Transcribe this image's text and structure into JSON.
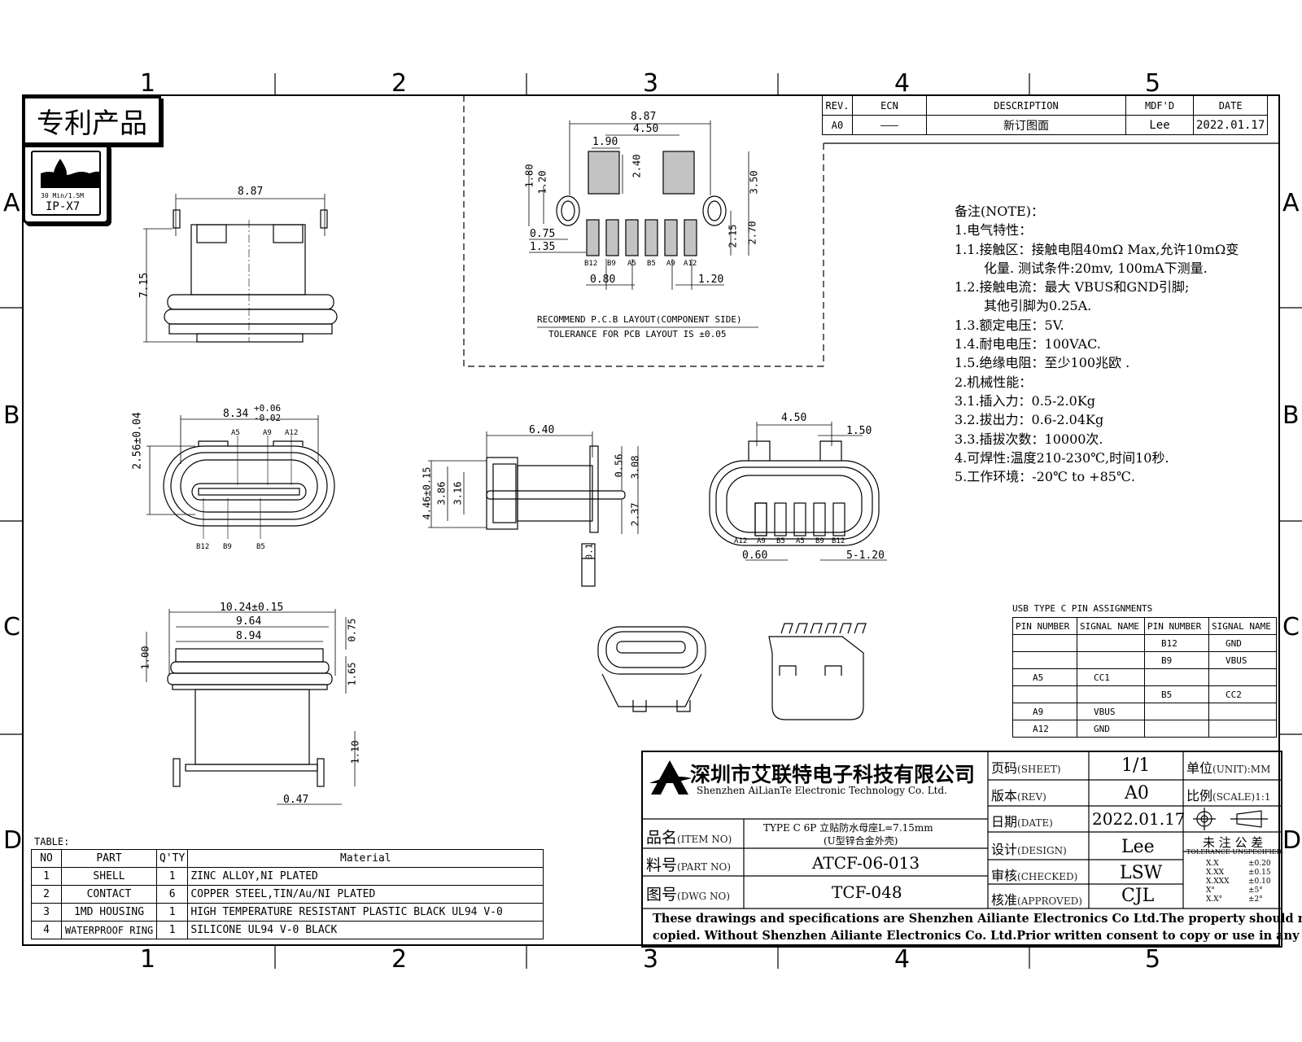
{
  "frame": {
    "columns": [
      "1",
      "2",
      "3",
      "4",
      "5"
    ],
    "rows": [
      "A",
      "B",
      "C",
      "D"
    ]
  },
  "badges": {
    "patent": "专利产品",
    "ip_line1": "30 Min/1.5M",
    "ip_line2": "IP-X7"
  },
  "revision": {
    "headers": [
      "REV.",
      "ECN",
      "DESCRIPTION",
      "MDF'D",
      "DATE"
    ],
    "row": [
      "A0",
      "———",
      "新订图面",
      "Lee",
      "2022.01.17"
    ]
  },
  "pcb": {
    "dims": [
      "8.87",
      "4.50",
      "1.90",
      "2.40",
      "1.80",
      "1.20",
      "3.50",
      "0.75",
      "1.35",
      "2.15",
      "2.70",
      "0.80",
      "1.20"
    ],
    "pin_labels": [
      "B12",
      "B9",
      "A5",
      "B5",
      "A9",
      "A12"
    ],
    "caption1": "RECOMMEND P.C.B LAYOUT(COMPONENT SIDE)",
    "caption2": "TOLERANCE FOR PCB LAYOUT IS ±0.05"
  },
  "views": {
    "top_width": "8.87",
    "top_height": "7.15",
    "front_width_main": "8.34",
    "front_width_tol_plus": "+0.06",
    "front_width_tol_minus": "-0.02",
    "front_height": "2.56±0.04",
    "front_pins_top": [
      "A5",
      "A9",
      "A12"
    ],
    "front_pins_bottom": [
      "B12",
      "B9",
      "B5"
    ],
    "side_length": "6.40",
    "side_dims": [
      "4.46±0.15",
      "3.86",
      "3.16",
      "0.56",
      "3.08",
      "2.37"
    ],
    "flatness": "0.1",
    "bottom_width": "4.50",
    "bottom_pitch": "1.50",
    "bottom_pins": [
      "A12",
      "A9",
      "B5",
      "A5",
      "B9",
      "B12"
    ],
    "bottom_dims": [
      "0.60",
      "5-1.20"
    ],
    "lower_dims": [
      "10.24±0.15",
      "9.64",
      "8.94",
      "0.75",
      "1.00",
      "1.65",
      "1.10",
      "0.47"
    ]
  },
  "notes": [
    "备注(NOTE)：",
    "1.电气特性：",
    "1.1.接触区：接触电阻40mΩ Max,允许10mΩ变",
    "化量. 测试条件:20mv, 100mA下测量.",
    "1.2.接触电流：最大 VBUS和GND引脚;",
    "其他引脚为0.25A.",
    "1.3.额定电压：5V.",
    "1.4.耐电电压：100VAC.",
    "1.5.绝缘电阻：至少100兆欧 .",
    "2.机械性能：",
    "3.1.插入力：0.5-2.0Kg",
    "3.2.拔出力：0.6-2.04Kg",
    "3.3.插拔次数：10000次.",
    "4.可焊性:温度210-230℃,时间10秒.",
    "5.工作环境：-20℃ to +85℃."
  ],
  "pin_assignments": {
    "title": "USB TYPE C PIN ASSIGNMENTS",
    "headers": [
      "PIN NUMBER",
      "SIGNAL NAME",
      "PIN NUMBER",
      "SIGNAL NAME"
    ],
    "rows": [
      [
        "",
        "",
        "B12",
        "GND"
      ],
      [
        "",
        "",
        "B9",
        "VBUS"
      ],
      [
        "A5",
        "CC1",
        "",
        ""
      ],
      [
        "",
        "",
        "B5",
        "CC2"
      ],
      [
        "A9",
        "VBUS",
        "",
        ""
      ],
      [
        "A12",
        "GND",
        "",
        ""
      ]
    ]
  },
  "bom": {
    "title": "TABLE:",
    "headers": [
      "NO",
      "PART",
      "Q'TY",
      "Material"
    ],
    "rows": [
      [
        "1",
        "SHELL",
        "1",
        "ZINC ALLOY,NI PLATED"
      ],
      [
        "2",
        "CONTACT",
        "6",
        "COPPER STEEL,TIN/Au/NI PLATED"
      ],
      [
        "3",
        "1MD HOUSING",
        "1",
        "HIGH TEMPERATURE RESISTANT PLASTIC BLACK UL94 V-0"
      ],
      [
        "4",
        "WATERPROOF RING",
        "1",
        "SILICONE UL94 V-0 BLACK"
      ]
    ]
  },
  "title_block": {
    "company_cn": "深圳市艾联特电子科技有限公司",
    "company_en": "Shenzhen AiLianTe Electronic Technology Co. Ltd.",
    "item_label": "品名",
    "item_label_en": "(ITEM NO)",
    "item_value1": "TYPE C 6P 立贴防水母座L=7.15mm",
    "item_value2": "(U型锌合金外壳)",
    "part_label": "料号",
    "part_label_en": "(PART NO)",
    "part_value": "ATCF-06-013",
    "dwg_label": "图号",
    "dwg_label_en": "(DWG NO)",
    "dwg_value": "TCF-048",
    "sheet_label": "页码",
    "sheet_label_en": "(SHEET)",
    "sheet_value": "1/1",
    "rev_label": "版本",
    "rev_label_en": "(REV)",
    "rev_value": "A0",
    "date_label": "日期",
    "date_label_en": "(DATE)",
    "date_value": "2022.01.17",
    "design_label": "设计",
    "design_label_en": "(DESIGN)",
    "design_value": "Lee",
    "checked_label": "审核",
    "checked_label_en": "(CHECKED)",
    "checked_value": "LSW",
    "approved_label": "核准",
    "approved_label_en": "(APPROVED)",
    "approved_value": "CJL",
    "unit_label": "单位",
    "unit_label_en": "(UNIT):",
    "unit_value": "MM",
    "scale_label": "比例",
    "scale_label_en": "(SCALE)",
    "scale_value": "1:1",
    "tol_title_cn": "未 注 公 差",
    "tol_title_en": "TOLERANCE UNSPECIFIED",
    "tolerances": [
      [
        "X.X",
        "±0.20"
      ],
      [
        "X.XX",
        "±0.15"
      ],
      [
        "X.XXX",
        "±0.10"
      ],
      [
        "X°",
        "±5°"
      ],
      [
        "X.X°",
        "±2°"
      ]
    ],
    "disclaimer1": "These drawings and specifications are Shenzhen Ailiante Electronics Co Ltd.The property should not be",
    "disclaimer2": "copied. Without Shenzhen Ailiante Electronics Co. Ltd.Prior written consent to copy or use in any way"
  }
}
